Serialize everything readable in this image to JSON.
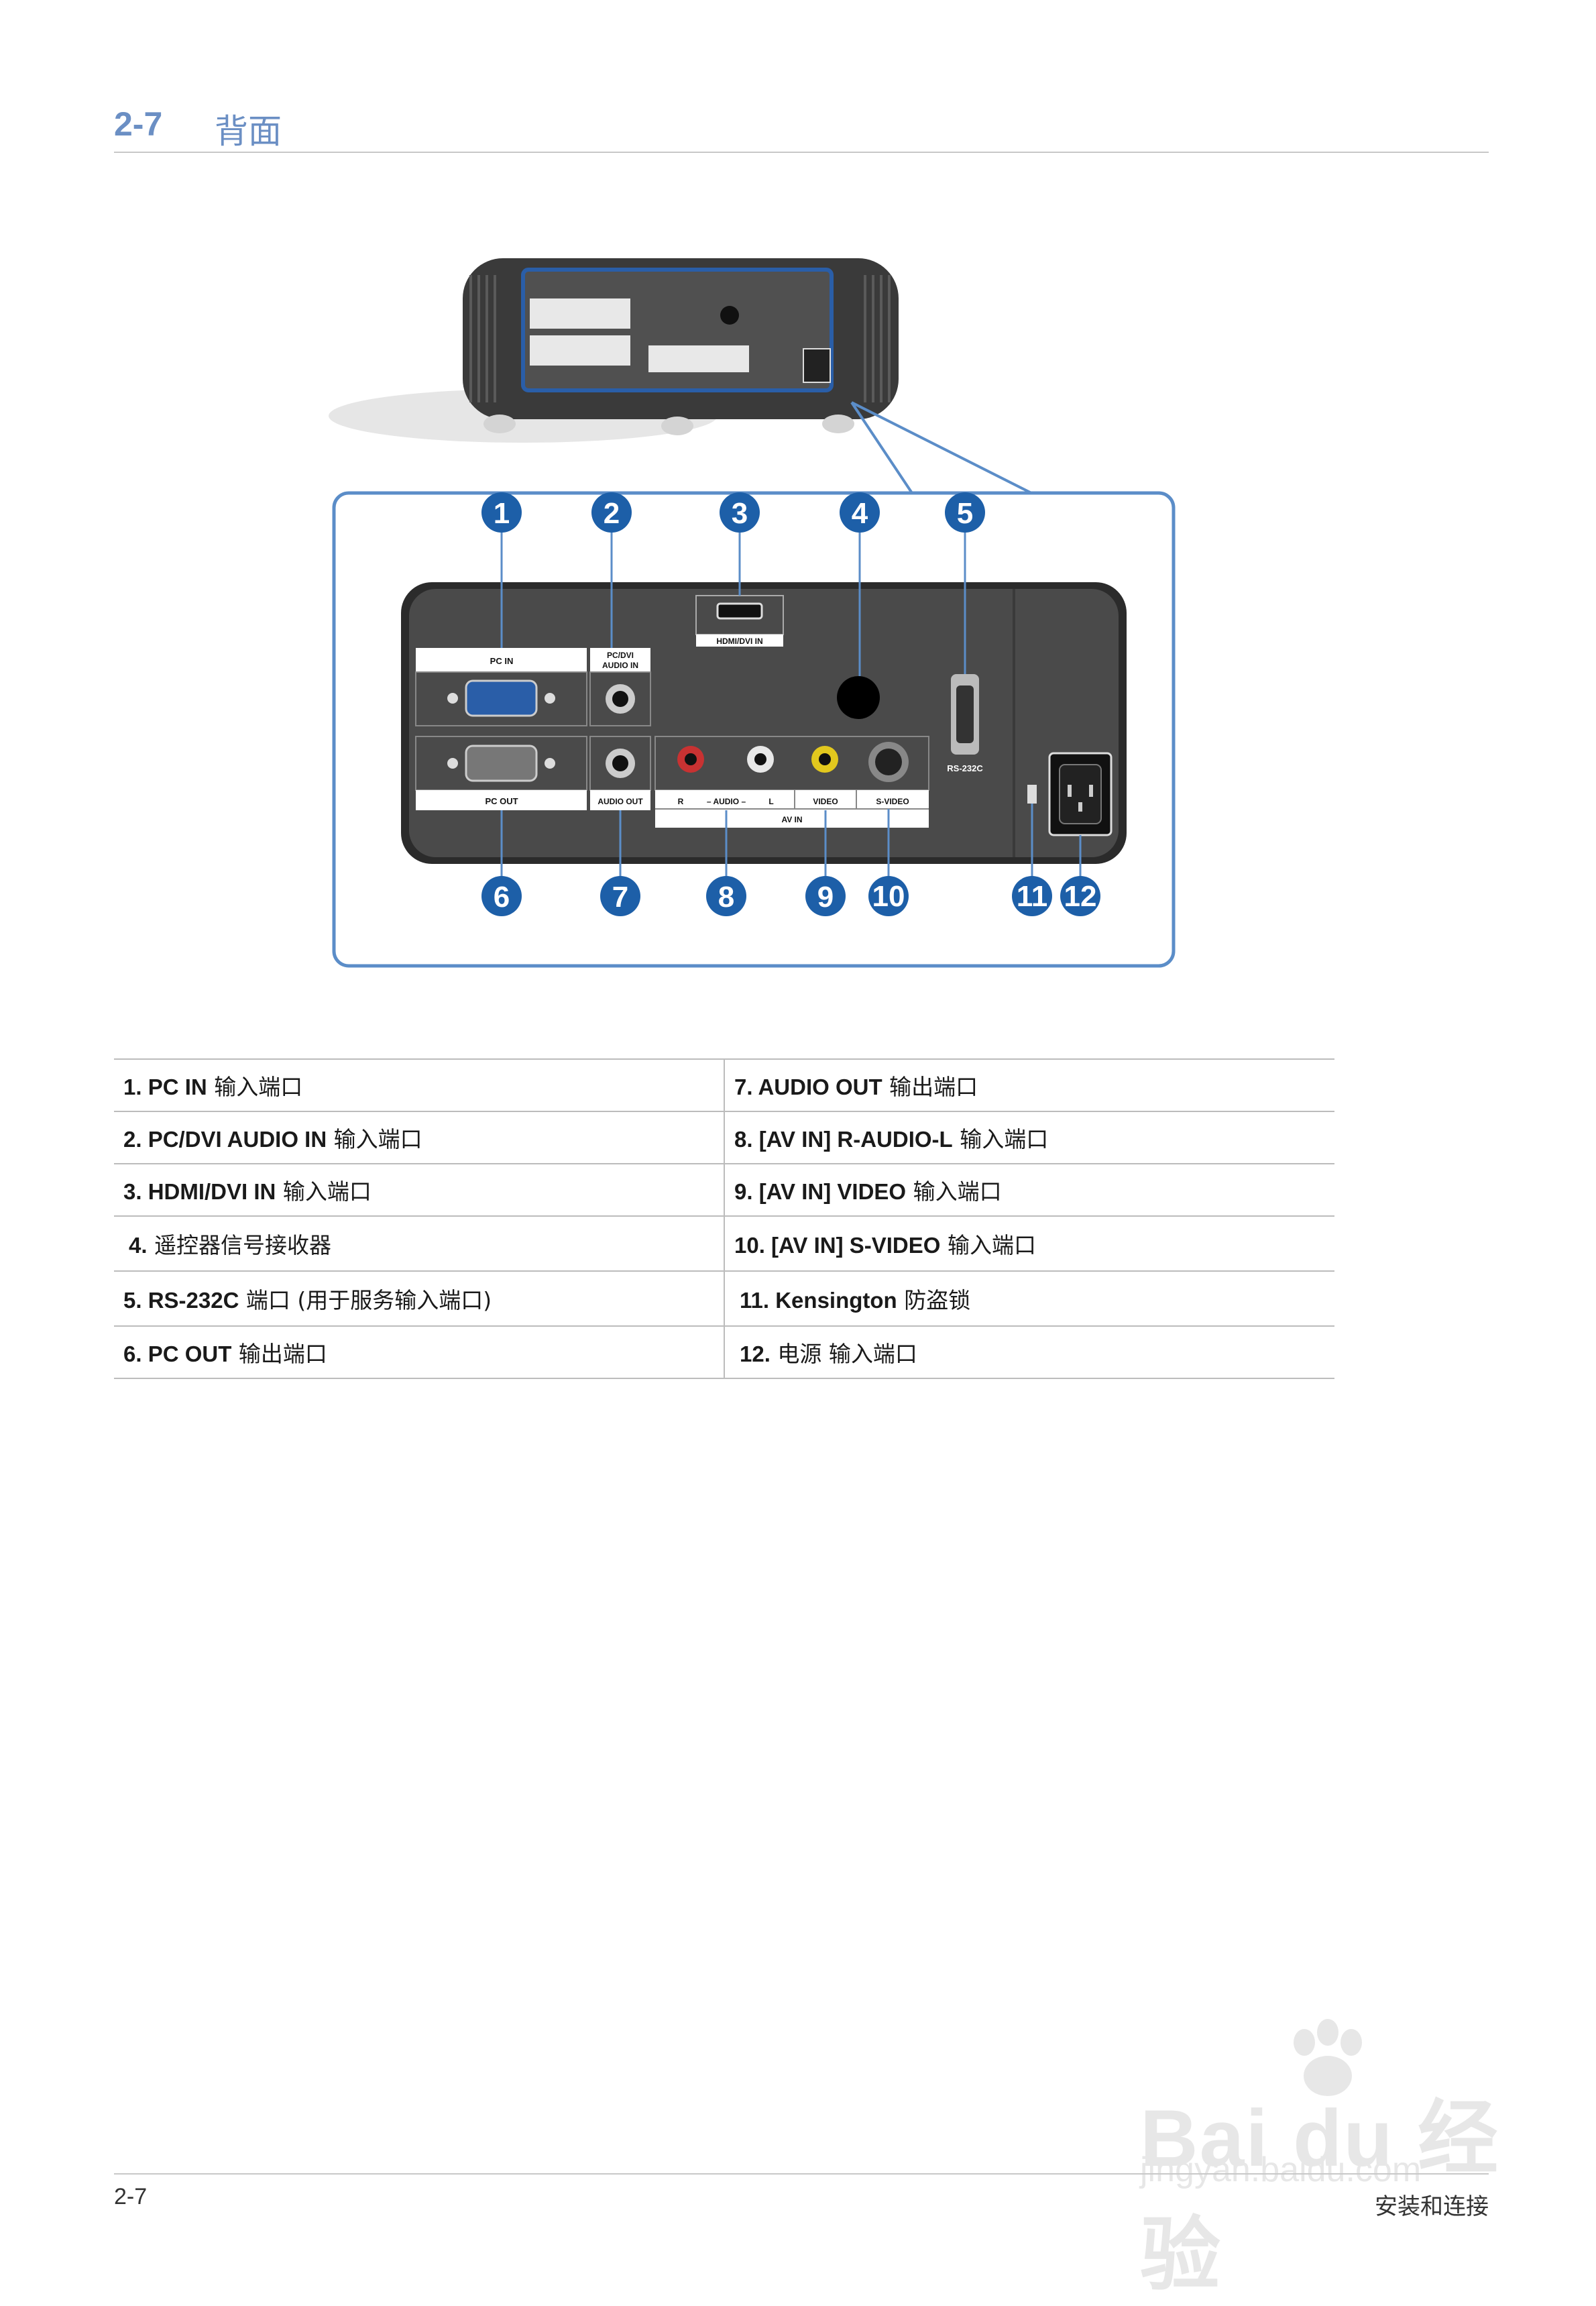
{
  "header": {
    "section_number": "2-7",
    "section_title": "背面"
  },
  "figure": {
    "callouts_top": [
      "1",
      "2",
      "3",
      "4",
      "5"
    ],
    "callouts_bottom": [
      "6",
      "7",
      "8",
      "9",
      "10",
      "11",
      "12"
    ],
    "port_labels": {
      "pc_in": "PC IN",
      "pc_dvi_audio_in_line1": "PC/DVI",
      "pc_dvi_audio_in_line2": "AUDIO IN",
      "hdmi_dvi_in": "HDMI/DVI IN",
      "pc_out": "PC OUT",
      "audio_out": "AUDIO OUT",
      "audio_r": "R",
      "audio": "– AUDIO –",
      "audio_l": "L",
      "video": "VIDEO",
      "s_video": "S-VIDEO",
      "av_in": "AV IN",
      "rs232c": "RS-232C"
    }
  },
  "table": {
    "rows": [
      [
        {
          "num": "1. PC IN",
          "desc": " 输入端口"
        },
        {
          "num": "7. AUDIO OUT",
          "desc": " 输出端口"
        }
      ],
      [
        {
          "num": "2. PC/DVI AUDIO IN",
          "desc": " 输入端口"
        },
        {
          "num": "8. [AV IN] R-AUDIO-L",
          "desc": " 输入端口"
        }
      ],
      [
        {
          "num": "3. HDMI/DVI IN",
          "desc": " 输入端口"
        },
        {
          "num": "9. [AV IN] VIDEO",
          "desc": " 输入端口"
        }
      ],
      [
        {
          "num": "4.",
          "desc": " 遥控器信号接收器"
        },
        {
          "num": "10. [AV IN] S-VIDEO",
          "desc": " 输入端口"
        }
      ],
      [
        {
          "num": "5. RS-232C",
          "desc": " 端口 (用于服务输入端口)"
        },
        {
          "num": "11. Kensington",
          "desc": " 防盗锁"
        }
      ],
      [
        {
          "num": "6. PC OUT",
          "desc": " 输出端口"
        },
        {
          "num": "12.",
          "desc": " 电源 输入端口"
        }
      ]
    ]
  },
  "footer": {
    "page": "2-7",
    "chapter": "安装和连接"
  },
  "watermark": {
    "brand": "Bai du 经验",
    "url": "jingyan.baidu.com"
  },
  "colors": {
    "accent": "#6b8fc4",
    "callout": "#1d5fa8",
    "panel": "#4a4a4a",
    "frame": "#5b8dc8"
  }
}
